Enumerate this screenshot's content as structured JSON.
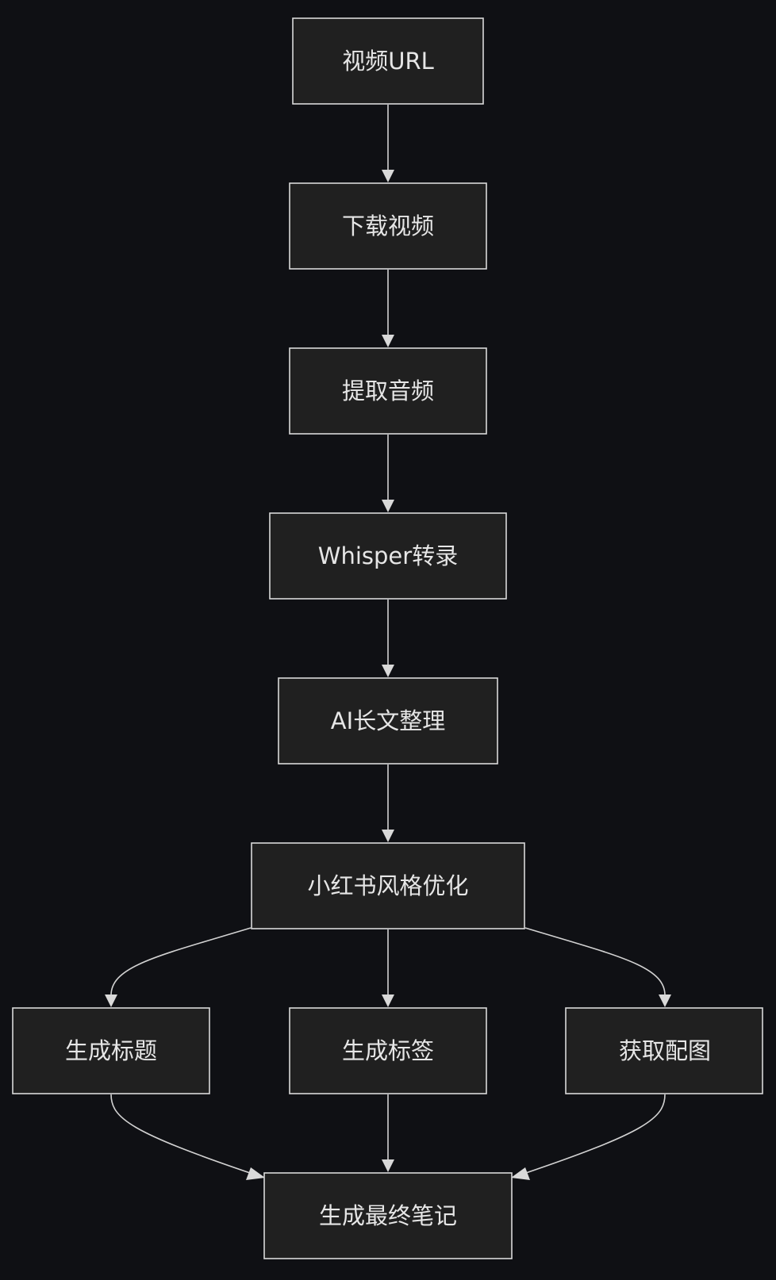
{
  "diagram": {
    "type": "flowchart",
    "direction": "top-down",
    "colors": {
      "background": "#0f1014",
      "node_fill": "#202020",
      "node_border": "#d9d9d9",
      "text": "#e6e6e6",
      "edge": "#d2d2d2"
    },
    "nodes": {
      "video_url": "视频URL",
      "download_video": "下载视频",
      "extract_audio": "提取音频",
      "whisper_transcribe": "Whisper转录",
      "ai_organize": "AI长文整理",
      "xhs_style": "小红书风格优化",
      "gen_title": "生成标题",
      "gen_tags": "生成标签",
      "get_images": "获取配图",
      "final_note": "生成最终笔记"
    },
    "edges": [
      [
        "video_url",
        "download_video"
      ],
      [
        "download_video",
        "extract_audio"
      ],
      [
        "extract_audio",
        "whisper_transcribe"
      ],
      [
        "whisper_transcribe",
        "ai_organize"
      ],
      [
        "ai_organize",
        "xhs_style"
      ],
      [
        "xhs_style",
        "gen_title"
      ],
      [
        "xhs_style",
        "gen_tags"
      ],
      [
        "xhs_style",
        "get_images"
      ],
      [
        "gen_title",
        "final_note"
      ],
      [
        "gen_tags",
        "final_note"
      ],
      [
        "get_images",
        "final_note"
      ]
    ]
  }
}
